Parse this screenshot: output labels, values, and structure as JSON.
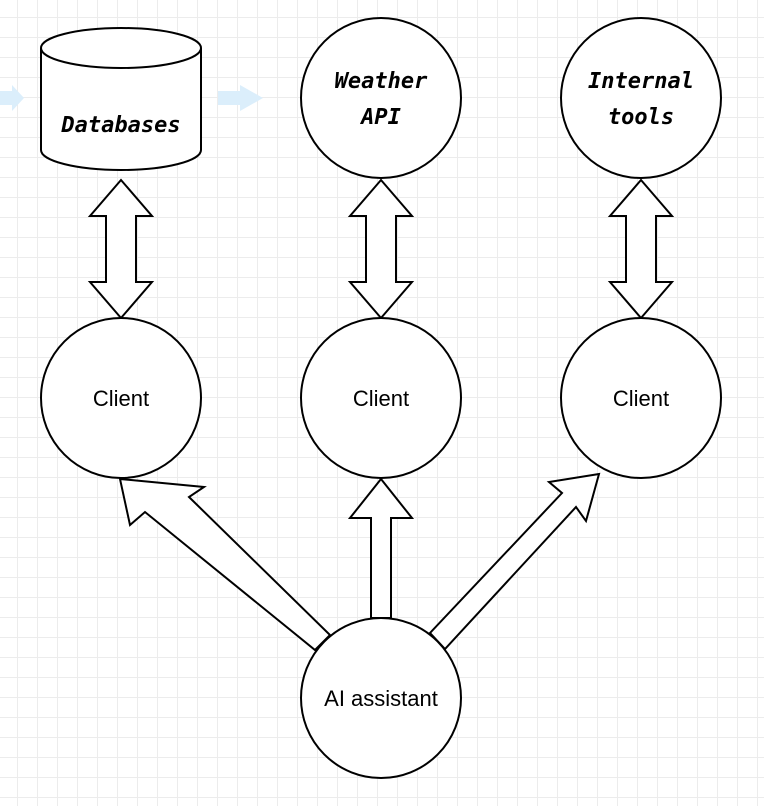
{
  "nodes": {
    "databases": {
      "label": "Databases"
    },
    "weather_api": {
      "line1": "Weather",
      "line2": "API"
    },
    "internal_tools": {
      "line1": "Internal",
      "line2": "tools"
    },
    "client_1": {
      "label": "Client"
    },
    "client_2": {
      "label": "Client"
    },
    "client_3": {
      "label": "Client"
    },
    "ai_assistant": {
      "label": "AI assistant"
    }
  },
  "connections": [
    {
      "from": "databases",
      "to": "client_1",
      "style": "double-arrow"
    },
    {
      "from": "weather_api",
      "to": "client_2",
      "style": "double-arrow"
    },
    {
      "from": "internal_tools",
      "to": "client_3",
      "style": "double-arrow"
    },
    {
      "from": "ai_assistant",
      "to": "client_1",
      "style": "arrow"
    },
    {
      "from": "ai_assistant",
      "to": "client_2",
      "style": "arrow"
    },
    {
      "from": "ai_assistant",
      "to": "client_3",
      "style": "arrow"
    }
  ],
  "colors": {
    "stroke": "#000000",
    "fill": "#ffffff",
    "grid": "#ececec",
    "hover_hint": "#dbeefb"
  }
}
